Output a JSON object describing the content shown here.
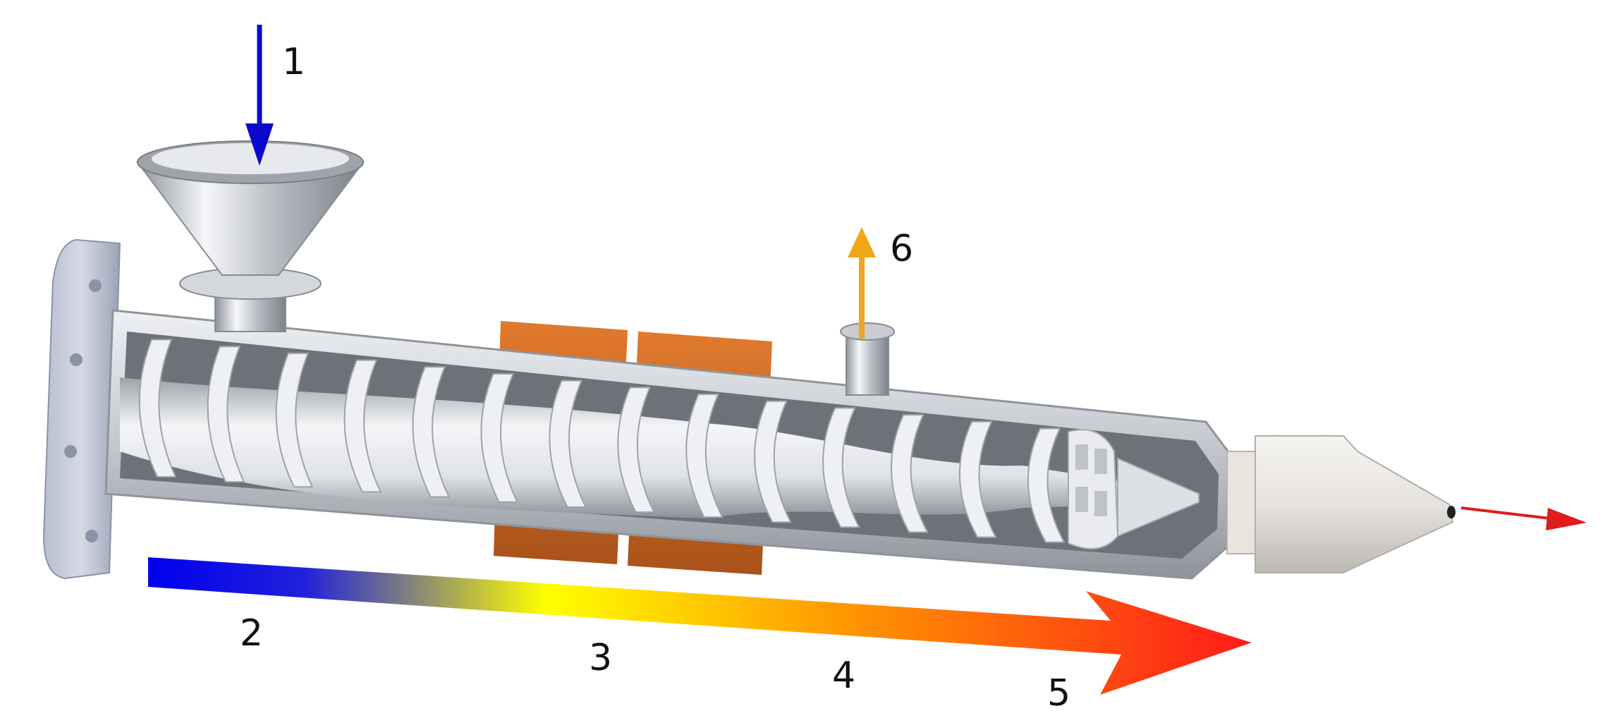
{
  "labels": {
    "feed": "1",
    "zone_2": "2",
    "zone_3": "3",
    "zone_4": "4",
    "zone_5": "5",
    "vent": "6"
  },
  "colors": {
    "feed_arrow": "#0a0acc",
    "vent_arrow": "#f2a516",
    "output_arrow": "#e01b1b",
    "heater": "#c8641e",
    "gradient_start": "#0000ee",
    "gradient_mid": "#ffff00",
    "gradient_end": "#ff1a1a",
    "metal": "#c9ccd2"
  }
}
